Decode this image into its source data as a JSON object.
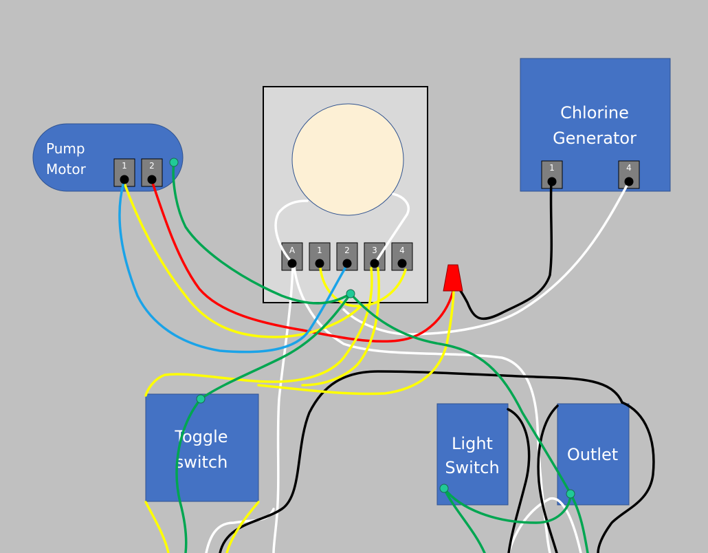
{
  "colors": {
    "background": "#c0c0c0",
    "component_blue": "#4472c4",
    "timer_panel": "#d9d9d9",
    "timer_dial": "#fdf0d5",
    "terminal_gray": "#7f7f7f",
    "ground_dot": "#20c997",
    "wire_white": "#ffffff",
    "wire_black": "#000000",
    "wire_red": "#ff0000",
    "wire_yellow": "#ffff00",
    "wire_green": "#00a651",
    "wire_blue": "#1aa3e8",
    "wire_nut": "#ff0000"
  },
  "pump_motor": {
    "label_line1": "Pump",
    "label_line2": "Motor",
    "terminal_1": "1",
    "terminal_2": "2"
  },
  "timer": {
    "terminals": [
      "A",
      "1",
      "2",
      "3",
      "4"
    ]
  },
  "chlorine_generator": {
    "label_line1": "Chlorine",
    "label_line2": "Generator",
    "terminal_1": "1",
    "terminal_4": "4"
  },
  "toggle_switch": {
    "label_line1": "Toggle",
    "label_line2": "switch"
  },
  "light_switch": {
    "label_line1": "Light",
    "label_line2": "Switch"
  },
  "outlet": {
    "label": "Outlet"
  }
}
